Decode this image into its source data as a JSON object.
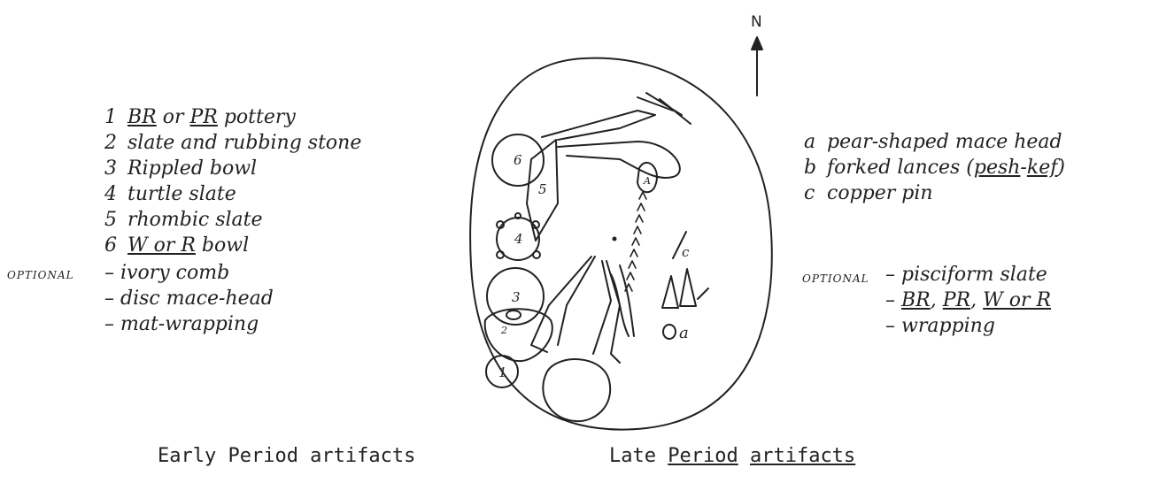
{
  "north_label": "N",
  "early": {
    "items": [
      {
        "num": "1",
        "parts": [
          {
            "t": "BR",
            "u": true
          },
          {
            "t": " or ",
            "u": false
          },
          {
            "t": "PR",
            "u": true
          },
          {
            "t": " pottery",
            "u": false
          }
        ]
      },
      {
        "num": "2",
        "parts": [
          {
            "t": "slate and rubbing stone",
            "u": false
          }
        ]
      },
      {
        "num": "3",
        "parts": [
          {
            "t": "Rippled bowl",
            "u": false
          }
        ]
      },
      {
        "num": "4",
        "parts": [
          {
            "t": "turtle slate",
            "u": false
          }
        ]
      },
      {
        "num": "5",
        "parts": [
          {
            "t": "rhombic slate",
            "u": false
          }
        ]
      },
      {
        "num": "6",
        "parts": [
          {
            "t": "W or R",
            "u": true
          },
          {
            "t": " bowl",
            "u": false
          }
        ]
      }
    ],
    "optional_label": "OPTIONAL",
    "optional_items": [
      "– ivory comb",
      "– disc mace-head",
      "– mat-wrapping"
    ],
    "caption": "Early Period artifacts"
  },
  "late": {
    "items": [
      {
        "num": "a",
        "parts": [
          {
            "t": "pear-shaped mace head",
            "u": false
          }
        ]
      },
      {
        "num": "b",
        "parts": [
          {
            "t": "forked lances (",
            "u": false
          },
          {
            "t": "pesh",
            "u": true
          },
          {
            "t": "-",
            "u": false
          },
          {
            "t": "kef",
            "u": true
          },
          {
            "t": ")",
            "u": false
          }
        ]
      },
      {
        "num": "c",
        "parts": [
          {
            "t": "copper pin",
            "u": false
          }
        ]
      }
    ],
    "optional_label": "OPTIONAL",
    "optional_items": [
      [
        {
          "t": "– pisciform slate",
          "u": false
        }
      ],
      [
        {
          "t": "– ",
          "u": false
        },
        {
          "t": "BR",
          "u": true
        },
        {
          "t": ", ",
          "u": false
        },
        {
          "t": "PR",
          "u": true
        },
        {
          "t": ", ",
          "u": false
        },
        {
          "t": "W or R",
          "u": true
        }
      ],
      [
        {
          "t": "– wrapping",
          "u": false
        }
      ]
    ],
    "caption_prefix": "Late ",
    "caption_period": "Period",
    "caption_artifacts": "artifacts"
  },
  "grave_labels": {
    "item1": "1",
    "item2": "2",
    "item3": "3",
    "item4": "4",
    "item5": "5",
    "item6": "6",
    "itemA": "a",
    "itemC": "c",
    "itemBTop": "A"
  }
}
